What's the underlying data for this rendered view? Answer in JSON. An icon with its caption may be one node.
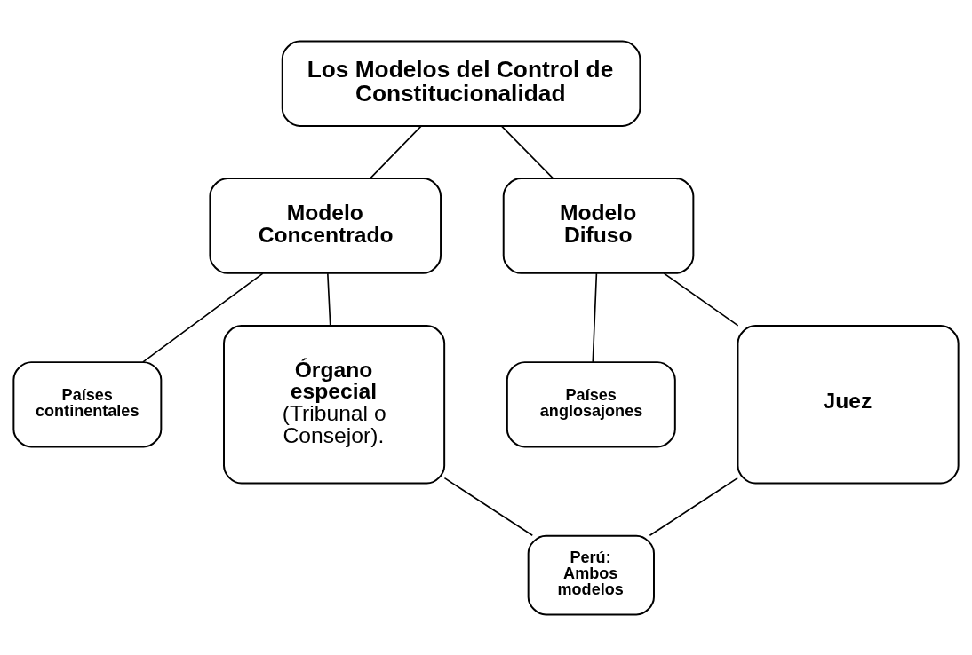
{
  "diagram": {
    "nodes": [
      {
        "text": [
          "Los Modelos del Control de Constitucionalidad"
        ]
      },
      {
        "text": [
          "Modelo Concentrado"
        ]
      },
      {
        "text": [
          "Modelo Difuso"
        ]
      },
      {
        "text": [
          "Países continentales"
        ]
      },
      {
        "text": [
          "Países anglosajones"
        ]
      },
      {
        "text": [
          "Órgano especial",
          "(Tribunal o Consejor)."
        ]
      },
      {
        "text": [
          "Juez"
        ]
      },
      {
        "text": [
          "Perú: Ambos modelos"
        ]
      }
    ],
    "edges": [
      {
        "from": 0,
        "to": 1,
        "arrow": "none"
      },
      {
        "from": 0,
        "to": 2,
        "arrow": "none"
      },
      {
        "from": 1,
        "to": 3,
        "arrow": "none"
      },
      {
        "from": 1,
        "to": 5,
        "arrow": "none"
      },
      {
        "from": 2,
        "to": 4,
        "arrow": "none"
      },
      {
        "from": 2,
        "to": 6,
        "arrow": "none"
      },
      {
        "from": 5,
        "to": 7,
        "arrow": "none"
      },
      {
        "from": 6,
        "to": 7,
        "arrow": "none"
      }
    ]
  }
}
